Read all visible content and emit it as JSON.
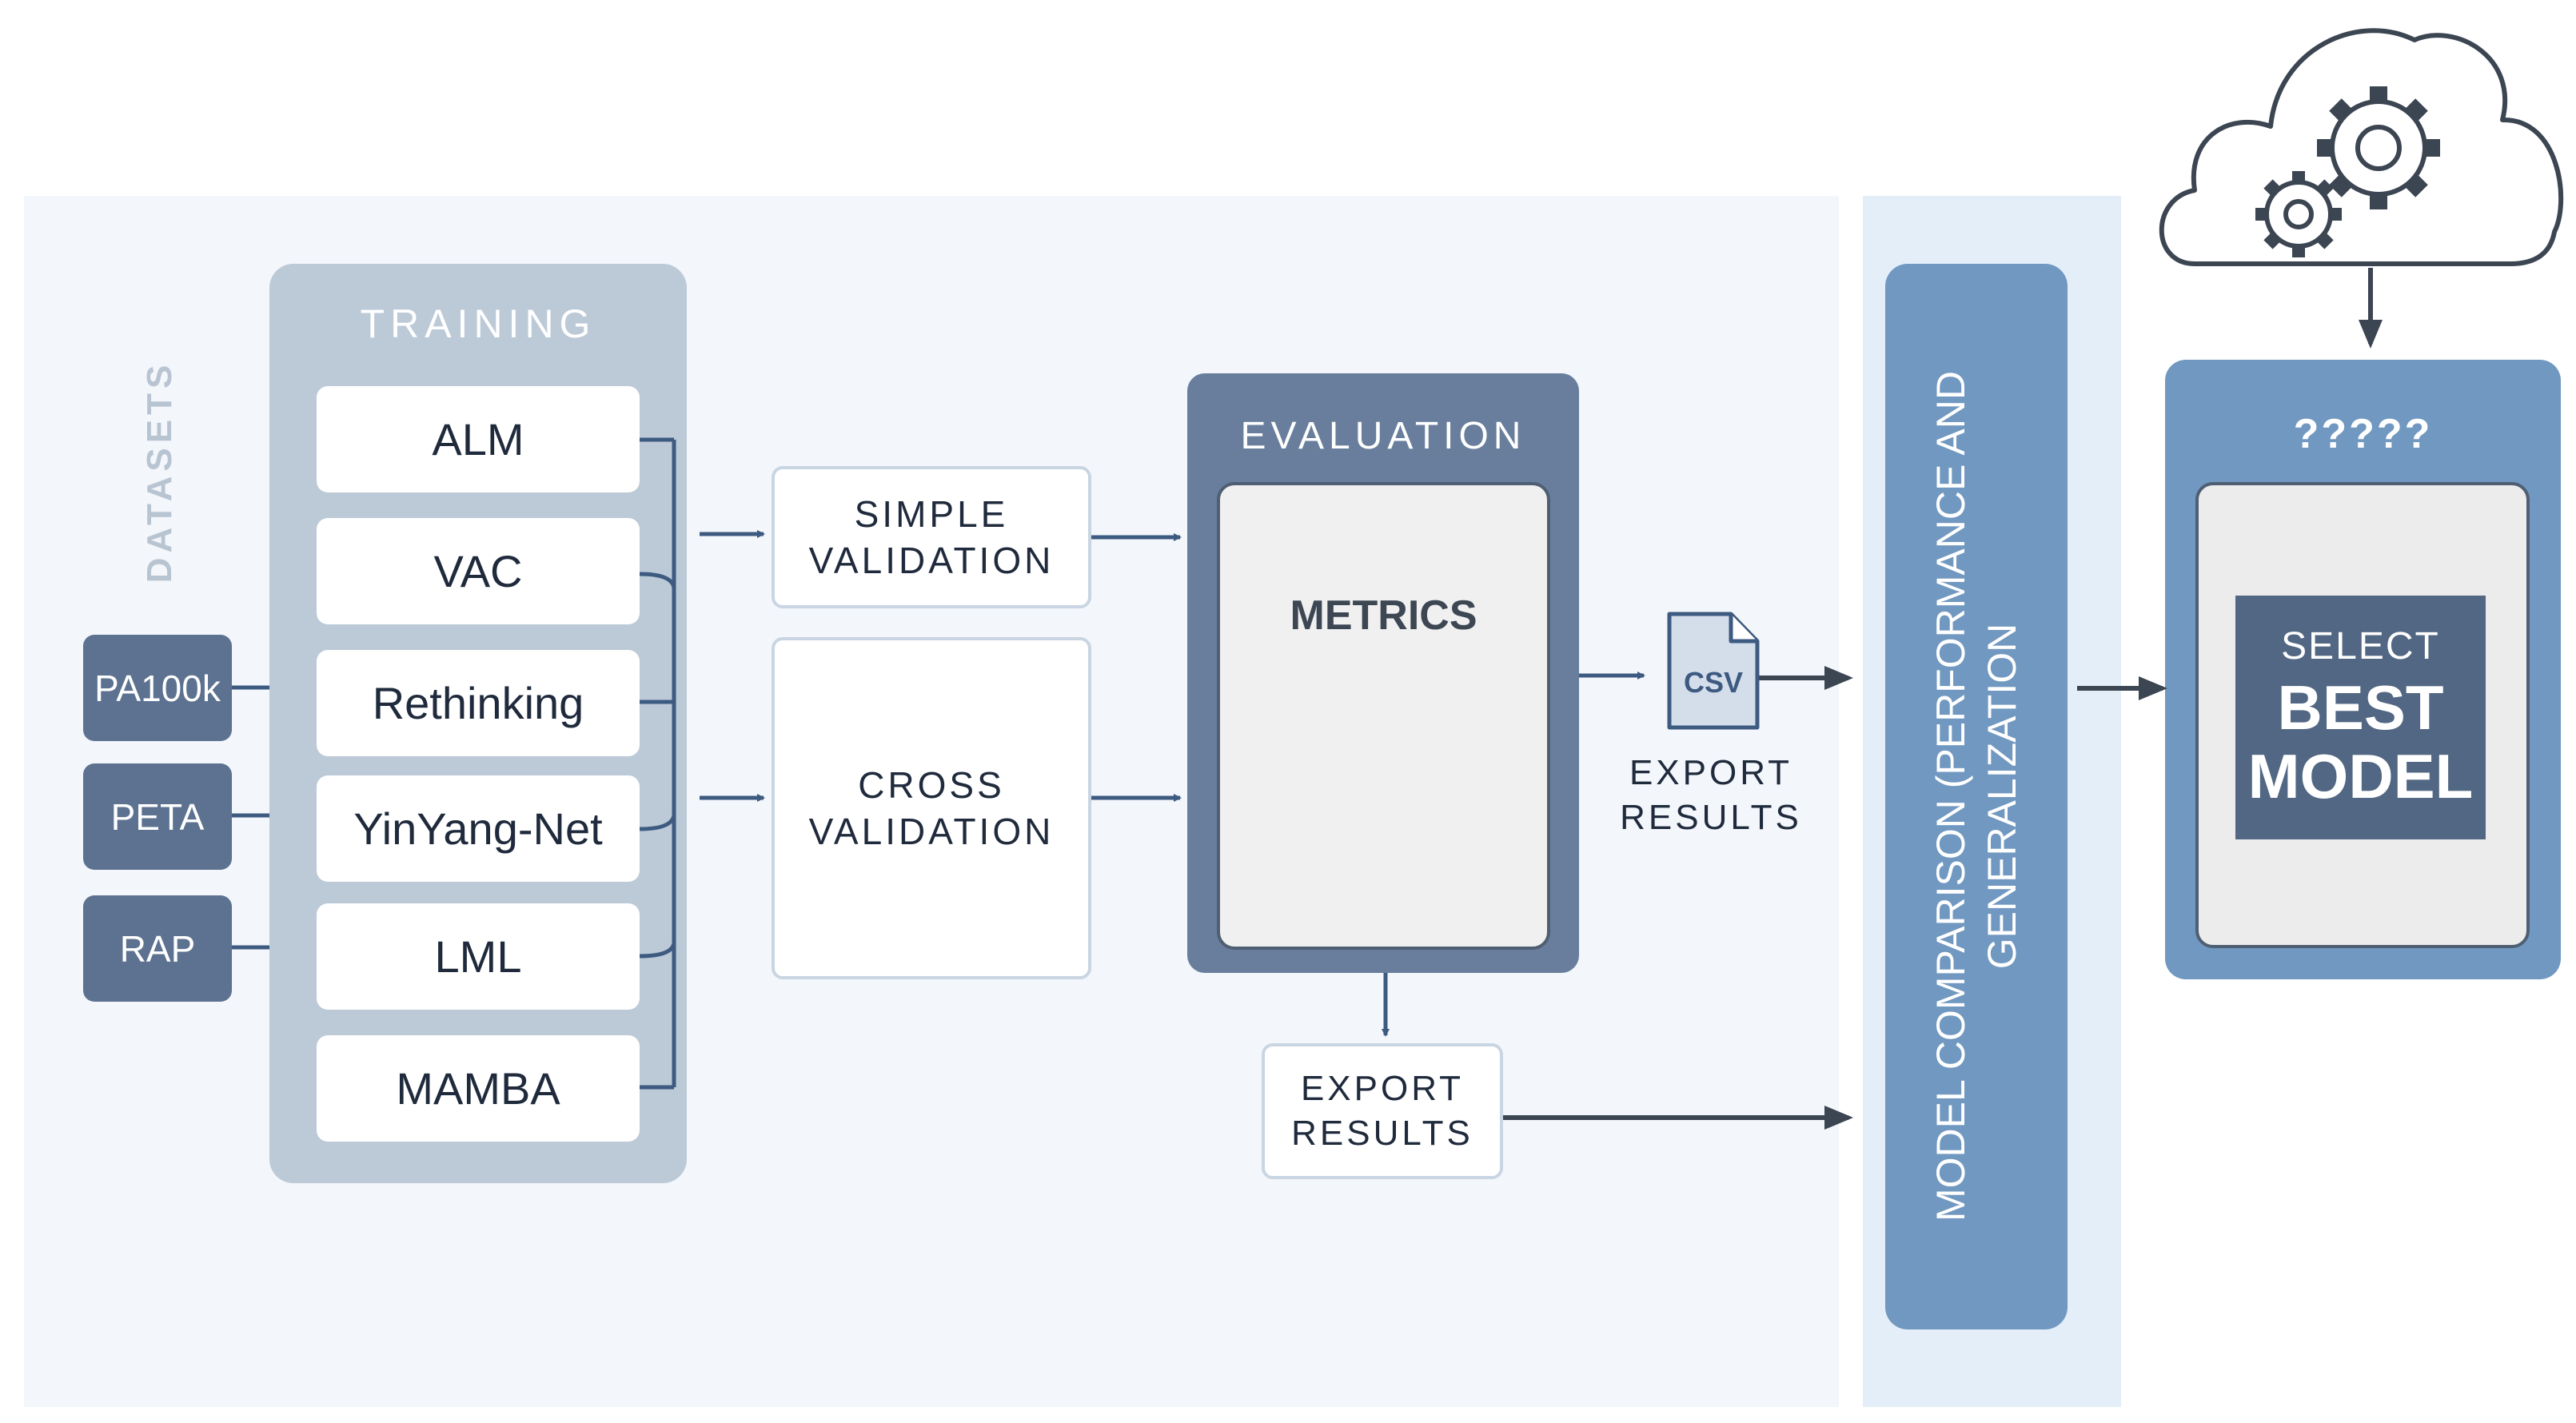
{
  "datasets": {
    "label": "DATASETS",
    "items": [
      "PA100k",
      "PETA",
      "RAP"
    ]
  },
  "training": {
    "title": "TRAINING",
    "models": [
      "ALM",
      "VAC",
      "Rethinking",
      "YinYang-Net",
      "LML",
      "MAMBA"
    ]
  },
  "validation": {
    "simple": [
      "SIMPLE",
      "VALIDATION"
    ],
    "cross": [
      "CROSS",
      "VALIDATION"
    ]
  },
  "evaluation": {
    "title": "EVALUATION",
    "metrics": "METRICS"
  },
  "export": {
    "csv_icon_text": "CSV",
    "results_1": [
      "EXPORT",
      "RESULTS"
    ],
    "results_2": [
      "EXPORT",
      "RESULTS"
    ]
  },
  "comparison": {
    "text": [
      "MODEL COMPARISON (PERFORMANCE AND",
      "GENERALIZATION"
    ]
  },
  "final": {
    "title": "?????",
    "select": "SELECT",
    "best_model": [
      "BEST",
      "MODEL"
    ]
  },
  "colors": {
    "dark_slate": "#5c7290",
    "training_bg": "#bcc9d7",
    "evaluation_bg": "#687e9c",
    "comparison_blue": "#7198c0",
    "arrow": "#3d5a80"
  }
}
